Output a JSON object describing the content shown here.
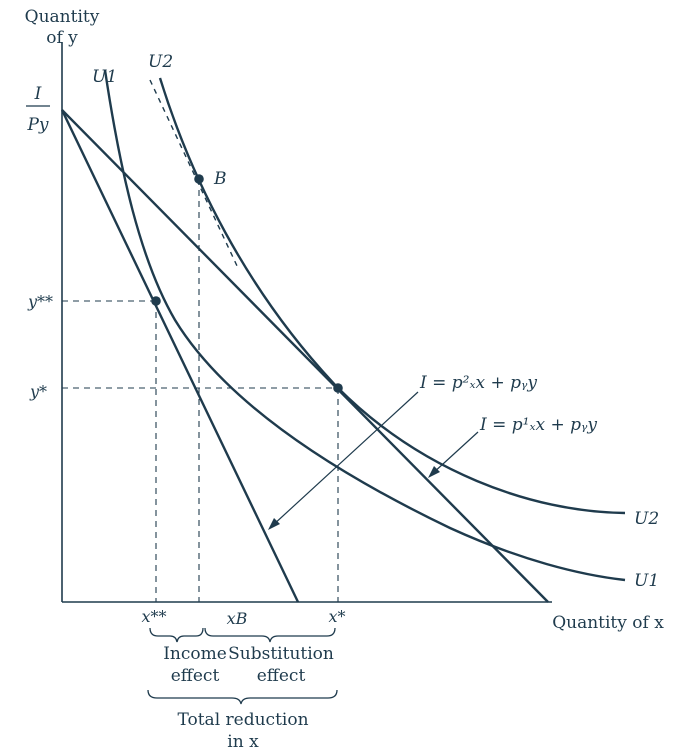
{
  "axes": {
    "y_label_line1": "Quantity",
    "y_label_line2": "of y",
    "x_label": "Quantity of x",
    "y_intercept_numerator": "I",
    "y_intercept_denominator": "Py"
  },
  "curves": {
    "u1_label_top": "U1",
    "u2_label_top": "U2",
    "u1_label_right": "U1",
    "u2_label_right": "U2"
  },
  "budget_lines": {
    "new_line_label": "I = p²ₓx + pᵧy",
    "old_line_label": "I = p¹ₓx + pᵧy"
  },
  "points": {
    "b_label": "B"
  },
  "ticks": {
    "y_double_star": "y**",
    "y_star": "y*",
    "x_double_star": "x**",
    "x_b": "xB",
    "x_star": "x*"
  },
  "effects": {
    "income_line1": "Income",
    "income_line2": "effect",
    "substitution_line1": "Substitution",
    "substitution_line2": "effect",
    "total_line1": "Total reduction",
    "total_line2": "in x"
  },
  "colors": {
    "ink": "#1f3b4d",
    "background": "#ffffff"
  }
}
